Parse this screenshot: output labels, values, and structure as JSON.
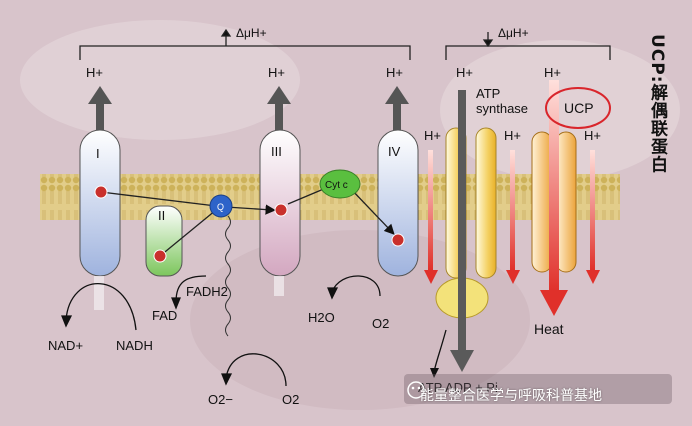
{
  "labels": {
    "delta_left": "ΔμH+",
    "delta_right": "ΔμH+",
    "h_plus": "H+",
    "complex_I": "I",
    "complex_II": "II",
    "complex_III": "III",
    "complex_IV": "IV",
    "coq": "Q",
    "cytc": "Cyt c",
    "fadh2": "FADH2",
    "fad": "FAD",
    "nad_plus": "NAD+",
    "nadh": "NADH",
    "h2o": "H2O",
    "o2_mid": "O2",
    "o2_minus": "O2−",
    "o2_bottom": "O2",
    "atp_synthase": "ATP\nsynthase",
    "ucp": "UCP",
    "heat": "Heat",
    "adp_pi": "ATP   ADP + Pi"
  },
  "side_title": "UCP:解偶联蛋白",
  "watermark": "能量整合医学与呼吸科普基地",
  "colors": {
    "membrane": "#d8c37a",
    "complex_I": "#aebee0",
    "complex_II": "#8ccf6e",
    "complex_III": "#d9b3c9",
    "complex_IV": "#aebee0",
    "cytc": "#5abf3f",
    "coq": "#2d63c9",
    "atp_synthase": "#f2c93a",
    "ucp": "#f0a63a",
    "arrow_red": "#e0302a",
    "highlight": "#d9252b"
  }
}
